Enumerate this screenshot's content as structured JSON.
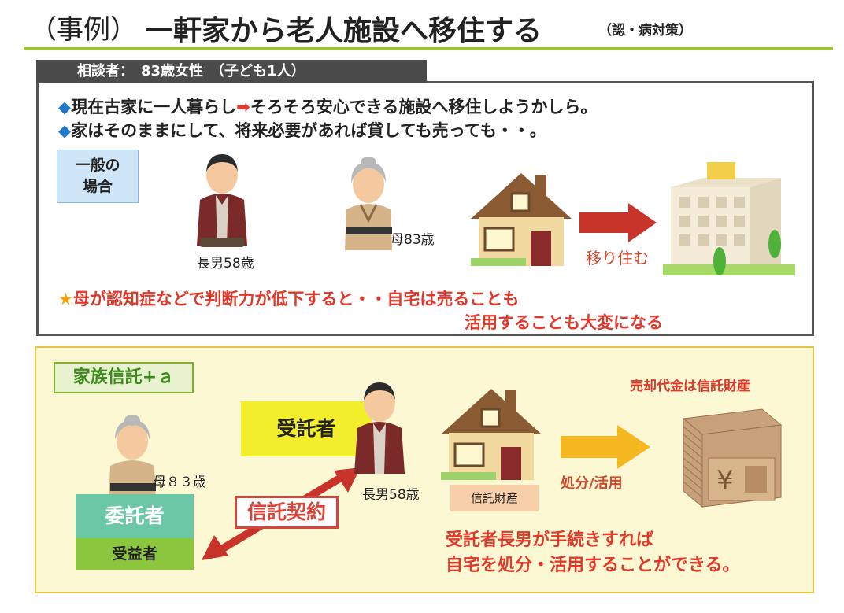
{
  "header": {
    "case_label": "（事例）",
    "title": "一軒家から老人施設へ移住する",
    "subtitle": "（認・病対策）"
  },
  "upper": {
    "consultant": "相談者：　83歳女性　（子ども1人）",
    "bullet1_a": "現在古家に一人暮らし",
    "bullet1_b": "そろそろ安心できる施設へ移住しようかしら。",
    "bullet2": "家はそのままにして、将来必要があれば貸しても売っても・・。",
    "case_line1": "一般の",
    "case_line2": "場合",
    "son_caption": "長男58歳",
    "mother_caption": "母83歳",
    "move_label": "移り住む",
    "warning_line1": "母が認知症などで判断力が低下すると・・自宅は売ることも",
    "warning_line2": "活用することも大変になる"
  },
  "lower": {
    "tag": "家族信託+ａ",
    "trustee": "受託者",
    "mother_caption": "母８３歳",
    "son_caption": "長男58歳",
    "settlor": "委託者",
    "beneficiary": "受益者",
    "contract": "信託契約",
    "trust_asset": "信託財産",
    "dispose_label": "処分/活用",
    "sale_label": "売却代金は信託財産",
    "conclusion_line1": "受託者長男が手続きすれば",
    "conclusion_line2": "自宅を処分・活用することができる。"
  },
  "icons": [
    "man-figure-icon",
    "elderly-woman-figure-icon",
    "house-icon",
    "facility-building-icon",
    "right-arrow-icon",
    "money-stack-icon",
    "double-arrow-icon"
  ],
  "colors": {
    "accent_green": "#9bc43a",
    "warning_red": "#e0382a",
    "bullet_blue": "#1f78c8",
    "arrow_red": "#d8442e",
    "arrow_yellow": "#f5b820"
  }
}
